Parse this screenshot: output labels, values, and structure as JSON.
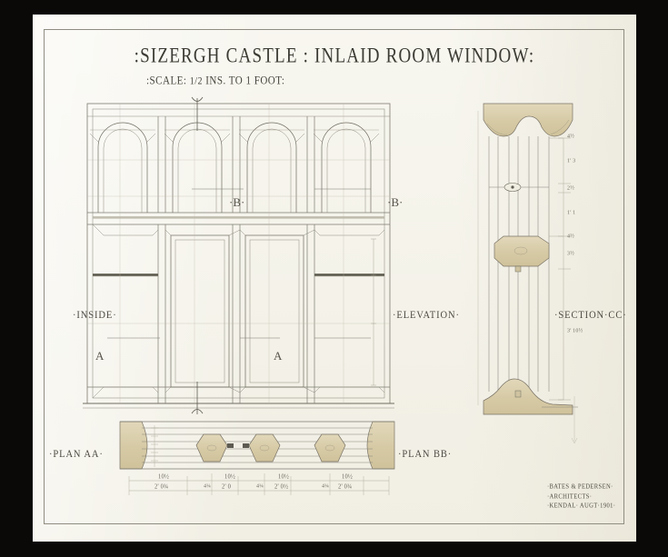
{
  "sheet": {
    "background_color": "#0a0908",
    "paper_color": "#f3f1e7",
    "ink_color": "#4a4840",
    "wash_color": "#d8cdab",
    "border_color": "#8f8d82"
  },
  "title": {
    "main": ":SIZERGH CASTLE : INLAID ROOM WINDOW:",
    "scale_prefix": ":SCALE:",
    "scale_value": "1/2",
    "scale_suffix": "INS. TO 1 FOOT:"
  },
  "labels": {
    "inside": "·INSIDE·",
    "elevation": "·ELEVATION·",
    "section_cc": "·SECTION·CC·",
    "plan_aa": "·PLAN AA·",
    "plan_bb": "·PLAN BB·",
    "marker_b_left": "·B·",
    "marker_b_right": "·B·",
    "marker_a_left": "A",
    "marker_a_right": "A"
  },
  "signature": {
    "line1": "·BATES & PEDERSEN·",
    "line2": "·ARCHITECTS·",
    "line3": "·KENDAL·  AUGT·1901·"
  },
  "dimensions": {
    "plan_row_upper": [
      "10½",
      "10½",
      "10½",
      "10½"
    ],
    "plan_row_lower": [
      "2' 0¾",
      "2' 0",
      "2' 0½",
      "2' 0¾"
    ],
    "plan_mullions": [
      "4¼",
      "4¼",
      "4¼"
    ],
    "section_chain": [
      "4½",
      "1' 3",
      "2½",
      "1' 1",
      "4½",
      "3½",
      "3' 10½"
    ]
  },
  "drawing": {
    "lights_count": 4,
    "mullion_blocks": 3,
    "section_blocks": 3
  }
}
